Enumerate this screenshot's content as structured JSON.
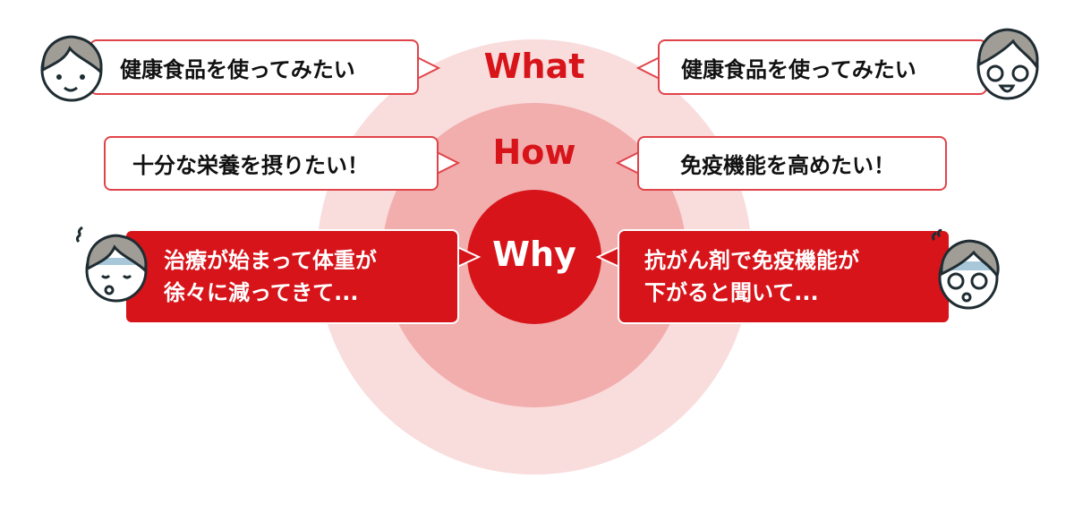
{
  "labels": {
    "what": "What",
    "how": "How",
    "why": "Why"
  },
  "bubbles": {
    "left_what": "健康食品を使ってみたい",
    "left_how": "十分な栄養を摂りたい！",
    "left_why_1": "治療が始まって体重が",
    "left_why_2": "徐々に減ってきて...",
    "right_what": "健康食品を使ってみたい",
    "right_how": "免疫機能を高めたい！",
    "right_why_1": "抗がん剤で免疫機能が",
    "right_why_2": "下がると聞いて..."
  },
  "colors": {
    "accent": "#d7141a",
    "outer": "#f9dcdc",
    "middle": "#f2adad"
  }
}
